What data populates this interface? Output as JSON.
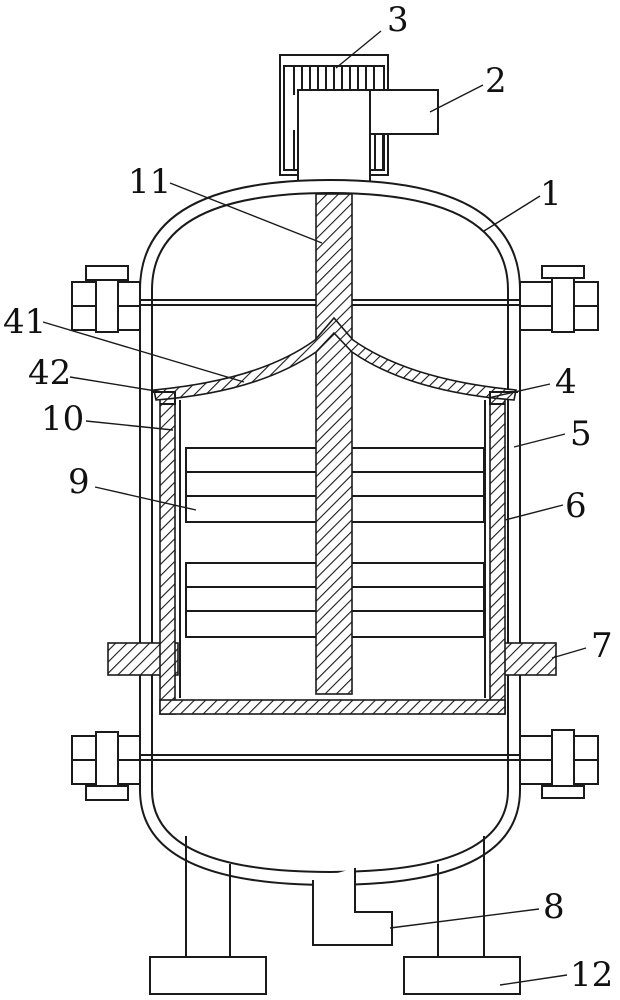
{
  "labels": {
    "l1": "1",
    "l2": "2",
    "l3": "3",
    "l4": "4",
    "l5": "5",
    "l6": "6",
    "l7": "7",
    "l8": "8",
    "l9": "9",
    "l10": "10",
    "l11": "11",
    "l12": "12",
    "l41": "41",
    "l42": "42"
  }
}
